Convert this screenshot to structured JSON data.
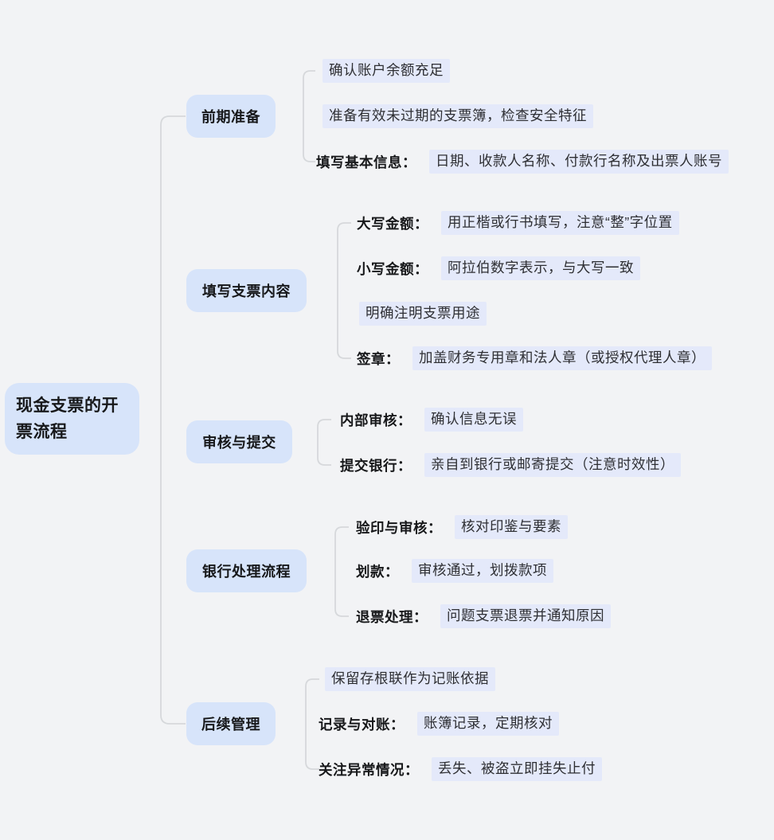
{
  "title": "现金支票的开票流程",
  "colors": {
    "background": "#f2f3f5",
    "node_fill": "#d7e4fa",
    "highlight_fill": "#e4e9fa",
    "connector": "#d6d8db",
    "node_text": "#17181a",
    "content_text": "#2e2f33"
  },
  "root": {
    "title": "现金支票的开票流程"
  },
  "branches": [
    {
      "label": "前期准备",
      "children": [
        {
          "label": "",
          "content": "确认账户余额充足"
        },
        {
          "label": "",
          "content": "准备有效未过期的支票簿，检查安全特征"
        },
        {
          "label": "填写基本信息：",
          "content": "日期、收款人名称、付款行名称及出票人账号"
        }
      ]
    },
    {
      "label": "填写支票内容",
      "children": [
        {
          "label": "大写金额：",
          "content": "用正楷或行书填写，注意“整”字位置"
        },
        {
          "label": "小写金额：",
          "content": "阿拉伯数字表示，与大写一致"
        },
        {
          "label": "",
          "content": "明确注明支票用途"
        },
        {
          "label": "签章：",
          "content": "加盖财务专用章和法人章（或授权代理人章）"
        }
      ]
    },
    {
      "label": "审核与提交",
      "children": [
        {
          "label": "内部审核：",
          "content": "确认信息无误"
        },
        {
          "label": "提交银行：",
          "content": "亲自到银行或邮寄提交（注意时效性）"
        }
      ]
    },
    {
      "label": "银行处理流程",
      "children": [
        {
          "label": "验印与审核：",
          "content": "核对印鉴与要素"
        },
        {
          "label": "划款：",
          "content": "审核通过，划拨款项"
        },
        {
          "label": "退票处理：",
          "content": "问题支票退票并通知原因"
        }
      ]
    },
    {
      "label": "后续管理",
      "children": [
        {
          "label": "",
          "content": "保留存根联作为记账依据"
        },
        {
          "label": "记录与对账：",
          "content": "账簿记录，定期核对"
        },
        {
          "label": "关注异常情况：",
          "content": "丢失、被盗立即挂失止付"
        }
      ]
    }
  ]
}
